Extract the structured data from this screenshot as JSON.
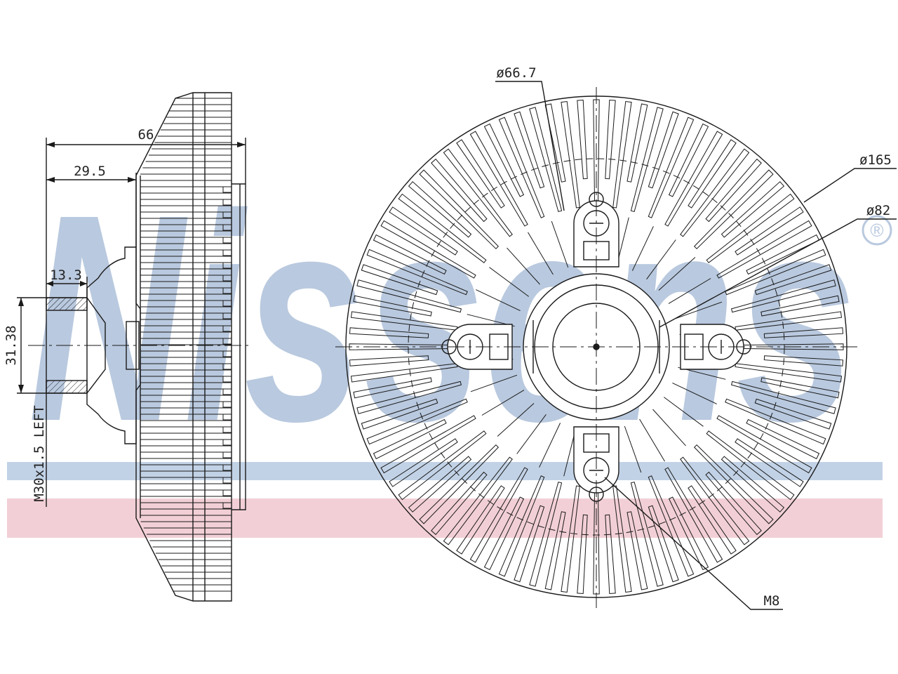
{
  "watermark": {
    "text": "Nissens",
    "registered": "®",
    "colors": {
      "letters": "#b9c9df",
      "blue_band": "#c2d2e6",
      "red_band": "#f2cfd6"
    }
  },
  "side_view": {
    "dim_overall_length": "66",
    "dim_hub_length": "29.5",
    "dim_shaft_length": "13.3",
    "dim_bore": "31.38",
    "thread_label": "M30x1.5 LEFT"
  },
  "front_view": {
    "dim_bolt_circle": "ø66.7",
    "dim_outer": "ø165",
    "dim_inner": "ø82",
    "bolt_label": "M8"
  },
  "colors": {
    "line": "#1a1a1a"
  }
}
